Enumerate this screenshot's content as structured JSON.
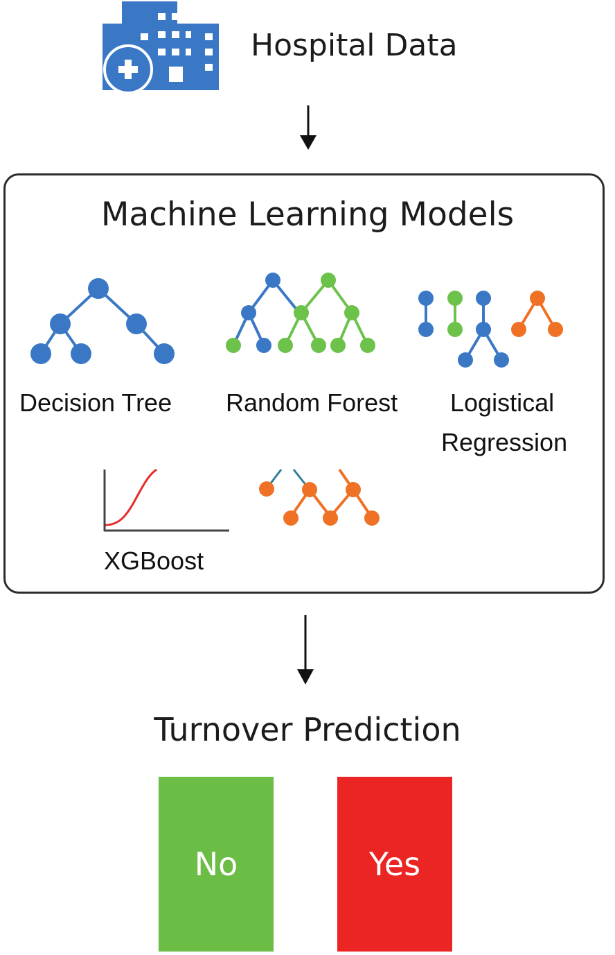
{
  "header": {
    "icon": "hospital-icon",
    "title": "Hospital Data"
  },
  "ml_box": {
    "title": "Machine Learning Models",
    "models": [
      {
        "label": "Decision Tree",
        "icon": "decision-tree-icon"
      },
      {
        "label": "Random Forest",
        "icon": "random-forest-icon"
      },
      {
        "label_line1": "Logistical",
        "label_line2": "Regression",
        "icon": "logistic-regression-icon"
      },
      {
        "label": "XGBoost",
        "icon": "xgboost-icon"
      }
    ]
  },
  "output": {
    "title": "Turnover Prediction",
    "options": [
      {
        "label": "No",
        "color": "#6bbd45"
      },
      {
        "label": "Yes",
        "color": "#eb2424"
      }
    ]
  },
  "colors": {
    "blue": "#3a78c6",
    "green": "#6cc24a",
    "orange": "#ef7125",
    "red_curve": "#e82a2a",
    "teal_line": "#2f7f95"
  }
}
